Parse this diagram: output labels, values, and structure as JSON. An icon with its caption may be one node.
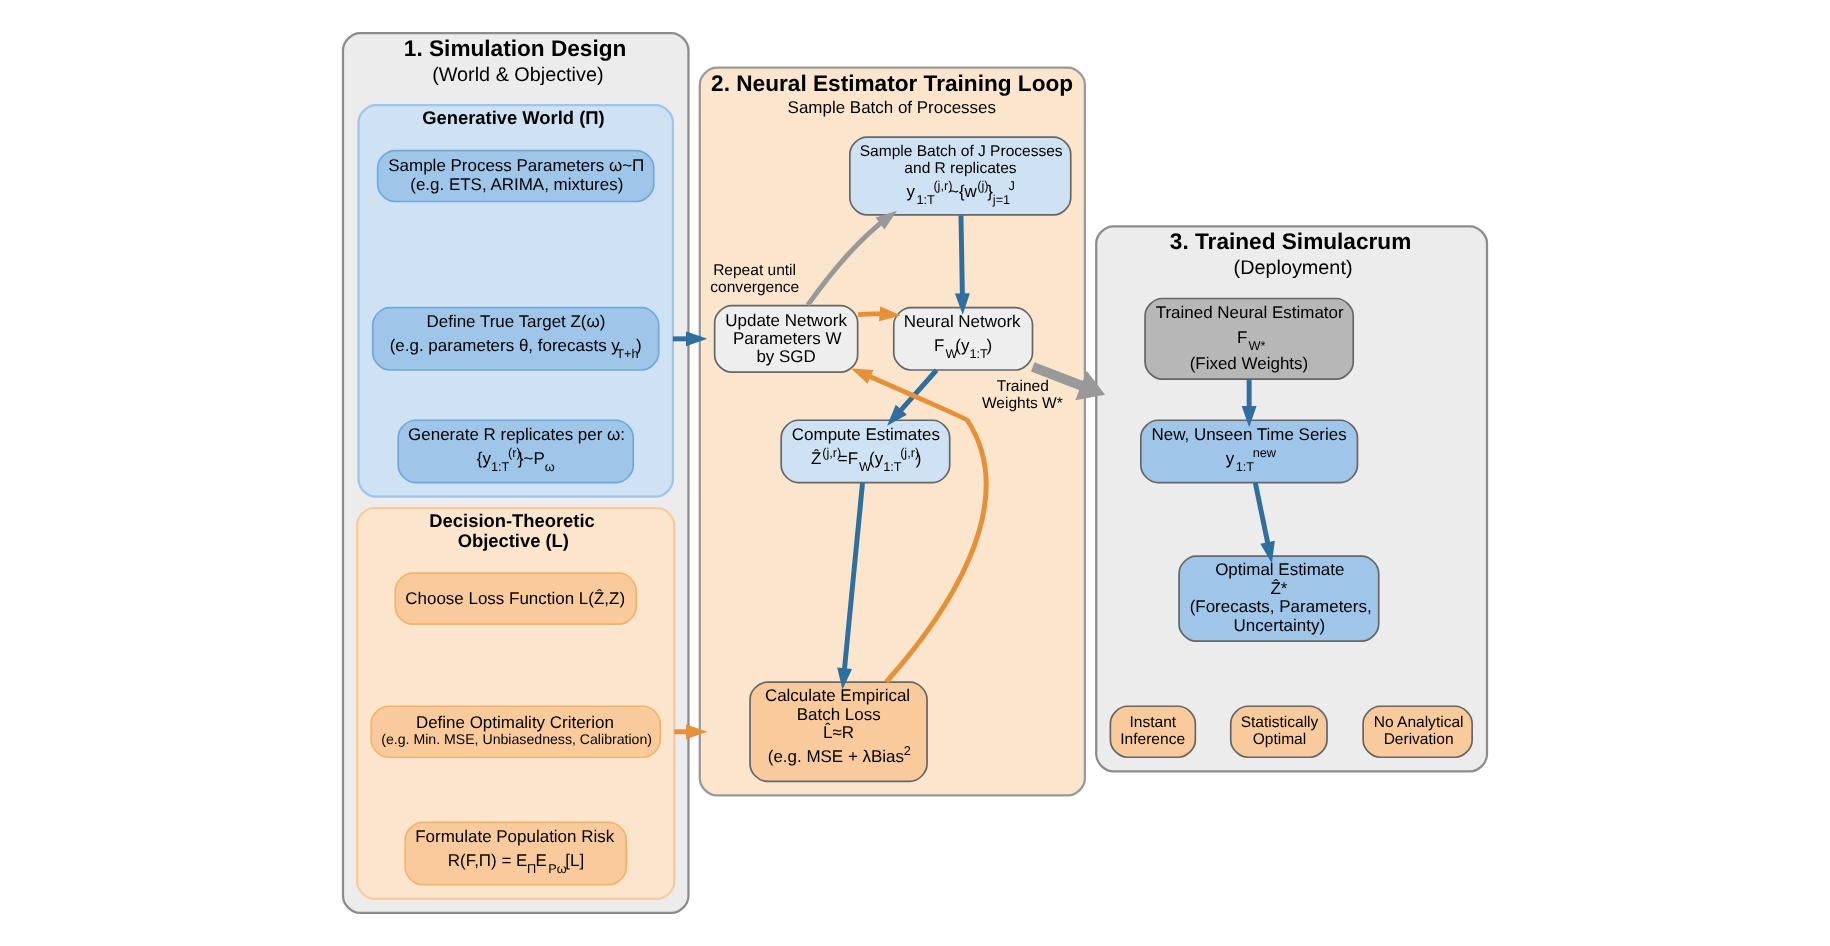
{
  "diagram": {
    "nodes": [
      {
        "text": [
          "1. Simulation Design",
          "(World & Objective)"
        ]
      },
      {
        "text": [
          "Generative World (Π)"
        ],
        "in": 0
      },
      {
        "text": [
          "Sample Process Parameters ω~Π",
          "(e.g. ETS, ARIMA, mixtures)"
        ],
        "in": 1
      },
      {
        "text": [
          "Define True Target Z(ω)",
          "(e.g. parameters θ, forecasts y$_{T+h}$)"
        ],
        "in": 1
      },
      {
        "text": [
          "Generate R replicates per ω:",
          "{y$_{1:T}$$^{(r)}$}~P$_{ω}$"
        ],
        "in": 1
      },
      {
        "text": [
          "Decision-Theoretic Objective (L)"
        ],
        "in": 0
      },
      {
        "text": [
          "Choose Loss Function L(Ẑ,Z)"
        ],
        "in": 5
      },
      {
        "text": [
          "Define Optimality Criterion",
          "(e.g. Min. MSE, Unbiasedness, Calibration)"
        ],
        "in": 5
      },
      {
        "text": [
          "Formulate Population Risk",
          "R(F,Π) = E$_{Π}$E$_{Pω}$[L]"
        ],
        "in": 5
      },
      {
        "text": [
          "2. Neural Estimator Training Loop",
          "Sample Batch of Processes"
        ]
      },
      {
        "text": [
          "Sample Batch of J Processes and R replicates",
          "y$_{1:T}$$^{(j,r)}$~{w$^{(j)}$}$_{j=1}$$^{J}$"
        ],
        "in": 9
      },
      {
        "text": [
          "Neural Network",
          "F$_{W}$(y$_{1:T}$)"
        ],
        "in": 9
      },
      {
        "text": [
          "Compute Estimates",
          "Ẑ$^{(j,r)}$=F$_{W}$(y$_{1:T}$$^{(j,r)}$)"
        ],
        "in": 9
      },
      {
        "text": [
          "Calculate Empirical Batch Loss",
          "L̂≈R",
          "(e.g. MSE + λBias$^{2}$"
        ],
        "in": 9
      },
      {
        "text": [
          "Update Network Parameters W by SGD"
        ],
        "in": 9
      },
      {
        "text": [
          "3. Trained Simulacrum",
          "(Deployment)"
        ]
      },
      {
        "text": [
          "Trained Neural Estimator",
          "F$_{W*}$",
          "(Fixed Weights)"
        ],
        "in": 15
      },
      {
        "text": [
          "New, Unseen Time Series",
          "y$_{1:T}$$^{new}$"
        ],
        "in": 15
      },
      {
        "text": [
          "Optimal Estimate",
          "Ẑ*",
          "(Forecasts, Parameters, Uncertainty)"
        ],
        "in": 15
      },
      {
        "text": [
          "Instant Inference"
        ],
        "in": 15
      },
      {
        "text": [
          "Statistically Optimal"
        ],
        "in": 15
      },
      {
        "text": [
          "No Analytical Derivation"
        ],
        "in": 15
      }
    ],
    "edges": [
      {
        "from": 1,
        "to": 9,
        "arrow": "to"
      },
      {
        "from": 5,
        "to": 9,
        "arrow": "to",
        "color": "#e69138"
      },
      {
        "from": 10,
        "to": 11,
        "arrow": "to"
      },
      {
        "from": 11,
        "to": 12,
        "arrow": "to"
      },
      {
        "from": 12,
        "to": 13,
        "arrow": "to"
      },
      {
        "from": 13,
        "to": 14,
        "arrow": "to",
        "color": "#e69138"
      },
      {
        "from": 14,
        "to": 11,
        "arrow": "to",
        "color": "#e69138"
      },
      {
        "from": 14,
        "to": 10,
        "arrow": "to",
        "label": "Repeat until convergence",
        "color": "#999999"
      },
      {
        "from": 11,
        "to": 15,
        "arrow": "to",
        "label": "Trained Weights W*",
        "style": "thick",
        "color": "#999999"
      },
      {
        "from": 16,
        "to": 17,
        "arrow": "to"
      },
      {
        "from": 17,
        "to": 18,
        "arrow": "to"
      }
    ]
  }
}
